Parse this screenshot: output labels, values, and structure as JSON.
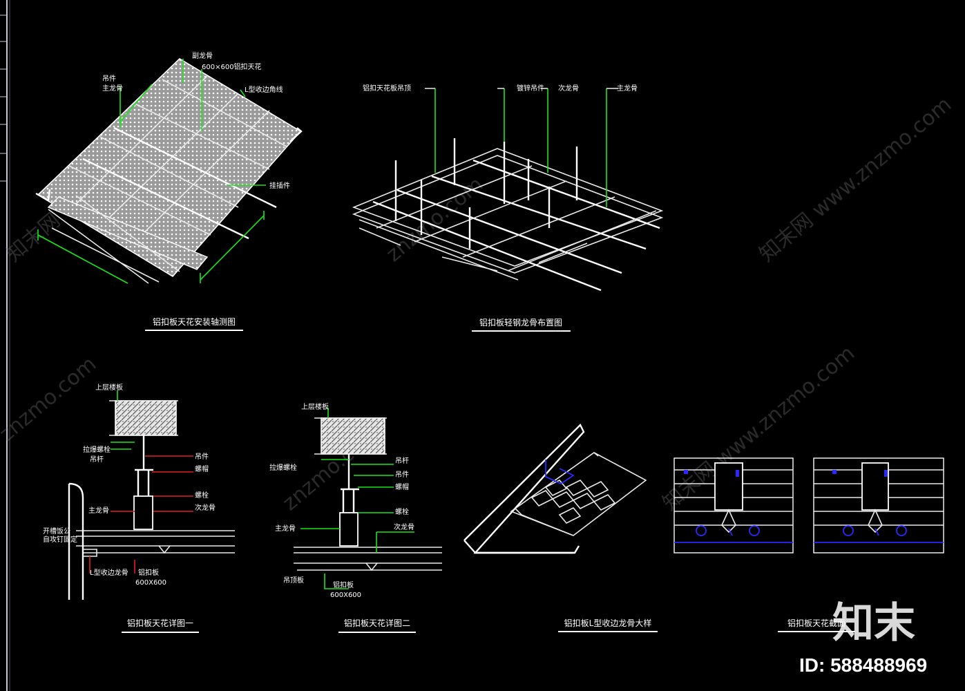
{
  "drawings": {
    "axon_install": {
      "title": "铝扣板天花安装轴测图",
      "labels": [
        "副龙骨",
        "600×600铝扣天花",
        "吊件",
        "主龙骨",
        "L型收边角线",
        "挂插件"
      ]
    },
    "keel_layout": {
      "title": "铝扣板轻钢龙骨布置图",
      "labels": [
        "铝扣天花板吊顶",
        "镀锌吊件",
        "次龙骨",
        "主龙骨"
      ]
    },
    "section_one": {
      "title": "铝扣板天花详图一",
      "labels": [
        "上层楼板",
        "拉爆螺栓",
        "吊杆",
        "吊件",
        "螺帽",
        "螺栓",
        "主龙骨",
        "次龙骨",
        "开槽饭公",
        "自攻钉固定",
        "L型收边龙骨",
        "铝扣板",
        "600X600"
      ]
    },
    "section_two": {
      "title": "铝扣板天花详图二",
      "labels": [
        "上层楼板",
        "拉爆螺栓",
        "吊杆",
        "吊件",
        "螺帽",
        "螺栓",
        "主龙骨",
        "次龙骨",
        "吊顶板",
        "铝扣板",
        "600X600"
      ]
    },
    "edge_detail": {
      "title": "铝扣板L型收边龙骨大样"
    },
    "clip_detail": {
      "title": "铝扣板天花截面"
    }
  },
  "watermarks": [
    "知末网 www.znzmo.com",
    "znzmo.com",
    "知末网 www.znzmo.com",
    "znzmo.com",
    "知末网 www.znzmo.com"
  ],
  "brand": "知末",
  "id_text": "ID: 588488969",
  "colors": {
    "background": "#000000",
    "line": "#ffffff",
    "leader_green": "#19e619",
    "leader_red": "#e02020",
    "detail_blue": "#2a2aff"
  }
}
